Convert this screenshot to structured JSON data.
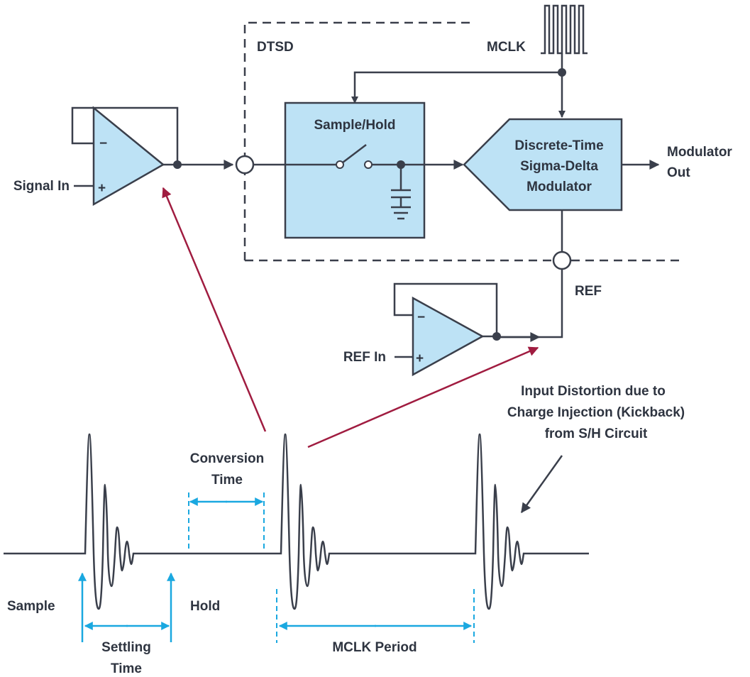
{
  "labels": {
    "dtsd": "DTSD",
    "mclk": "MCLK",
    "sample_hold": "Sample/Hold",
    "modulator_line1": "Discrete-Time",
    "modulator_line2": "Sigma-Delta",
    "modulator_line3": "Modulator",
    "modulator_out_line1": "Modulator",
    "modulator_out_line2": "Out",
    "signal_in": "Signal In",
    "ref": "REF",
    "ref_in": "REF In",
    "minus": "−",
    "plus": "+",
    "distortion_line1": "Input Distortion due to",
    "distortion_line2": "Charge Injection (Kickback)",
    "distortion_line3": "from S/H Circuit",
    "conversion_time_line1": "Conversion",
    "conversion_time_line2": "Time",
    "sample": "Sample",
    "hold": "Hold",
    "settling_time_line1": "Settling",
    "settling_time_line2": "Time",
    "mclk_period": "MCLK Period"
  },
  "colors": {
    "block_fill": "#bde2f5",
    "line": "#3a3f4b",
    "cyan": "#1aa8e0",
    "red_arrow": "#a01c40"
  }
}
